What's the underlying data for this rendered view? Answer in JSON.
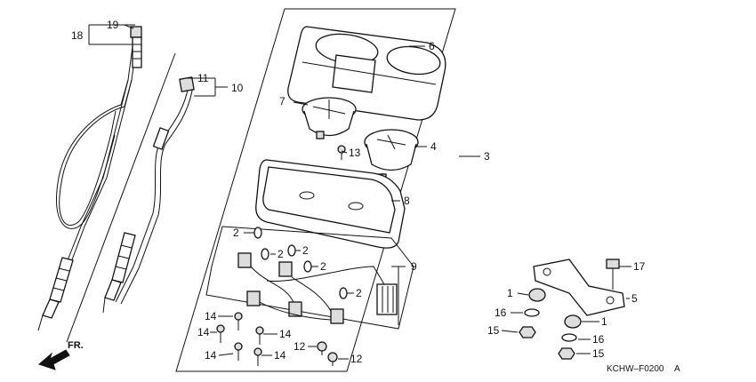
{
  "diagram": {
    "code": "KCHW–F0200",
    "code_suffix": "A",
    "direction_label": "FR.",
    "callouts": {
      "c1a": "1",
      "c1b": "1",
      "c2a": "2",
      "c2b": "2",
      "c2c": "2",
      "c2d": "2",
      "c2e": "2",
      "c3": "3",
      "c4": "4",
      "c5": "5",
      "c6": "6",
      "c7": "7",
      "c8": "8",
      "c9": "9",
      "c10": "10",
      "c11": "11",
      "c12a": "12",
      "c12b": "12",
      "c13": "13",
      "c14a": "14",
      "c14b": "14",
      "c14c": "14",
      "c14d": "14",
      "c14e": "14",
      "c15a": "15",
      "c15b": "15",
      "c16a": "16",
      "c16b": "16",
      "c17": "17",
      "c18": "18",
      "c19": "19"
    }
  }
}
